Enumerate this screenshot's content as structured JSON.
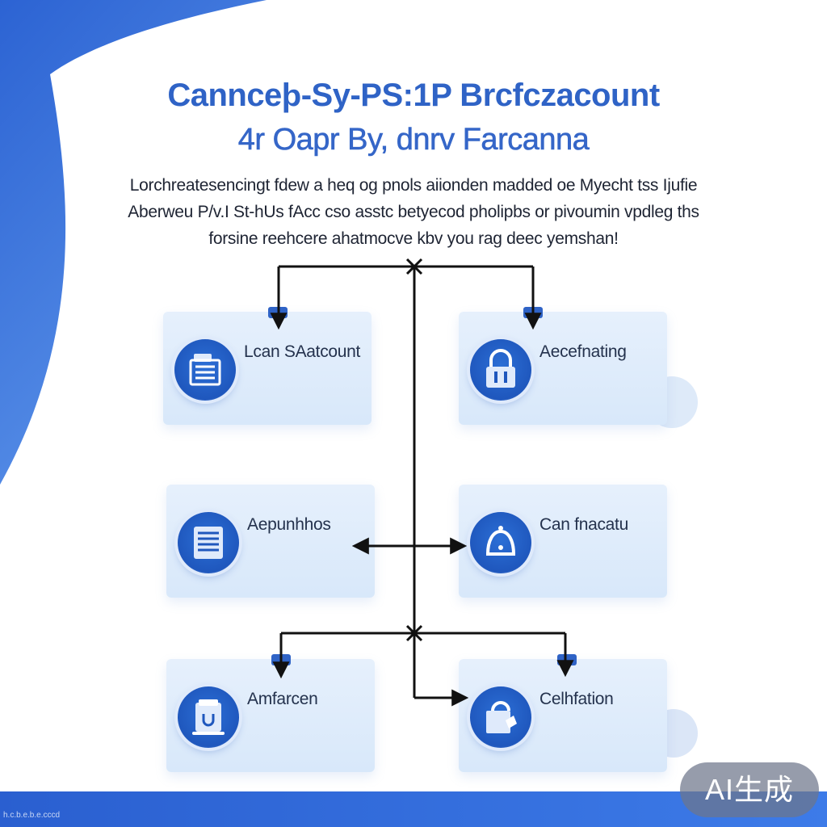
{
  "title": {
    "main": "Cannceþ-Sy-PS:1P Brcfczacount",
    "sub": "4r Oapr By, dnrv Farcanna"
  },
  "description": {
    "line1": "Lorchreatesencingt fdew a heq og pnols aiionden madded  oe Myecht tss Ijufie",
    "line2": "Aberweu P/v.I  St-hUs fAcc  cso asstc  betyecod pholipbs  or pivoumin vpdleg ths",
    "line3": "forsine reehcere  ahatmocve  kbv you rag deec yemshan!"
  },
  "nodes": [
    {
      "label": "Lcan SAatcount",
      "icon": "document-stack-icon"
    },
    {
      "label": "Aecefnating",
      "icon": "padlock-icon"
    },
    {
      "label": "Aepunhhos",
      "icon": "list-document-icon"
    },
    {
      "label": "Can fnacatu",
      "icon": "bell-icon"
    },
    {
      "label": "Amfarcen",
      "icon": "folder-icon"
    },
    {
      "label": "Celhfation",
      "icon": "person-card-icon"
    }
  ],
  "badge": {
    "label": "AI生成"
  },
  "footer": {
    "text": "h.c.b.e.b.e.cccd"
  },
  "colors": {
    "accent": "#2f63c6",
    "node_bg": "#dfeafb",
    "icon_bg": "#1f57bd",
    "line": "#111111",
    "bottom_bar": "#2a5fd0"
  }
}
